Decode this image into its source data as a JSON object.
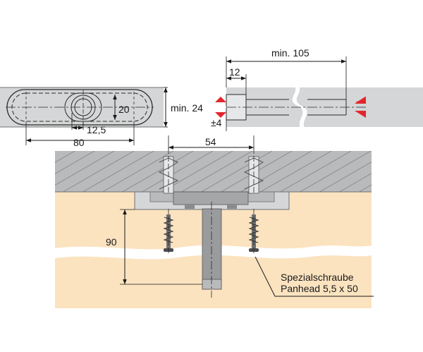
{
  "dimensions": {
    "length_80": "80",
    "width_20": "20",
    "offset_12_5": "12,5",
    "spacing_54": "54",
    "depth_90": "90",
    "min_height_24": "min. 24",
    "tolerance_4": "±4",
    "length_12": "12",
    "min_length_105": "min. 105"
  },
  "annotation": {
    "line1": "Spezialschraube",
    "line2": "Panhead 5,5 x 50"
  },
  "colors": {
    "plate": "#d5d6d7",
    "wall": "#b9babb",
    "wood": "#fbe3c0",
    "indicator_arrow": "#e3262c"
  },
  "icons": [
    "screw-icon",
    "wall-plug-icon",
    "double-arrow-icon"
  ]
}
